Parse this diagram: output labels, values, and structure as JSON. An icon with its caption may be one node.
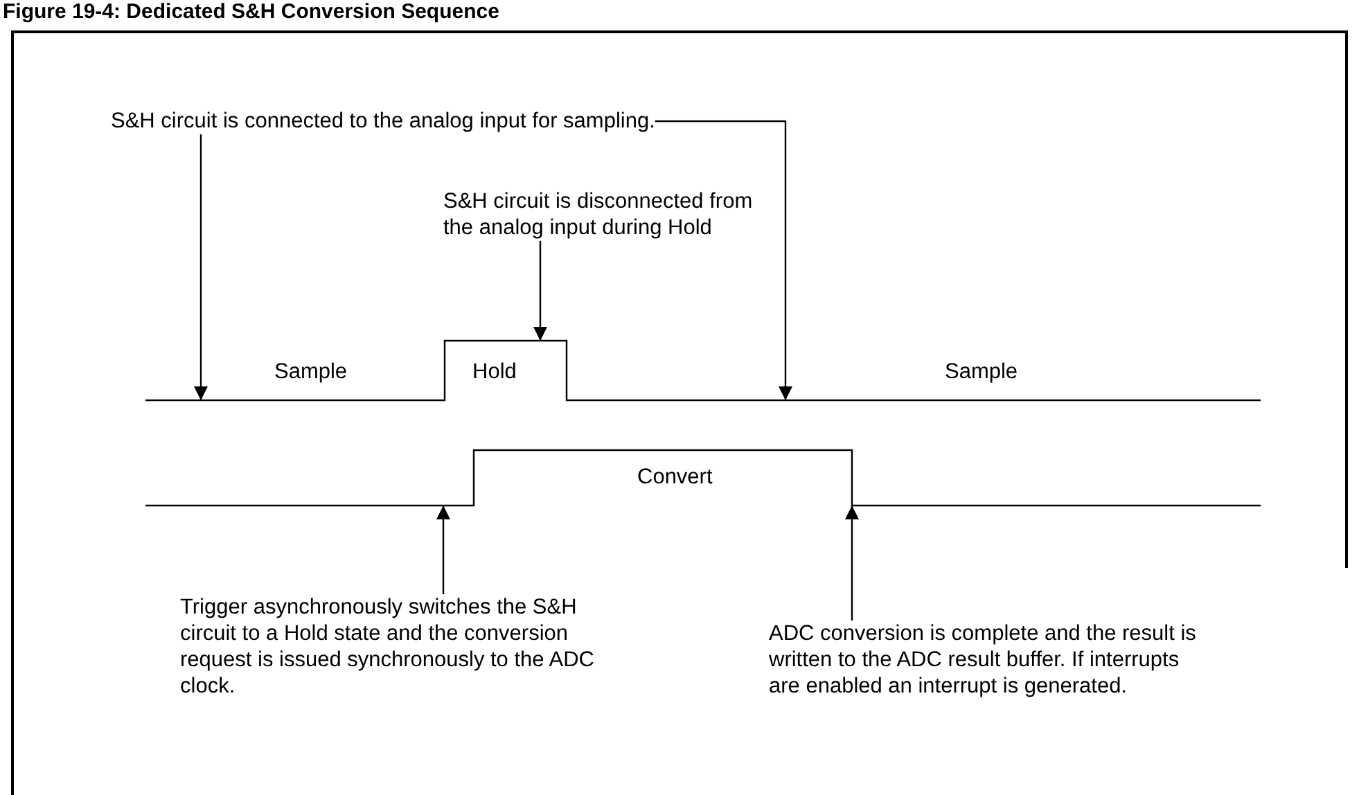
{
  "diagram": {
    "title": "Figure 19-4: Dedicated S&H Conversion Sequence",
    "nodes": [
      {
        "text": [
          "S&H circuit is connected to the analog input for sampling."
        ]
      },
      {
        "text": [
          "S&H circuit is disconnected from the analog input during Hold"
        ]
      },
      {
        "text": [
          "Trigger asynchronously switches the S&H circuit to a Hold state and the conversion request is issued synchronously to the ADC clock."
        ]
      },
      {
        "text": [
          "ADC conversion is complete and the result is written to the ADC result buffer. If interrupts are enabled an interrupt is generated."
        ]
      },
      {
        "text": [
          "Sample",
          "Hold",
          "Sample"
        ]
      },
      {
        "text": [
          "Convert"
        ]
      }
    ],
    "edges": [
      {
        "from": 0,
        "to": 4,
        "arrow": "to"
      },
      {
        "from": 0,
        "to": 4,
        "arrow": "to"
      },
      {
        "from": 1,
        "to": 4,
        "arrow": "to"
      },
      {
        "from": 2,
        "to": 5,
        "arrow": "to"
      },
      {
        "from": 3,
        "to": 5,
        "arrow": "to"
      }
    ]
  }
}
